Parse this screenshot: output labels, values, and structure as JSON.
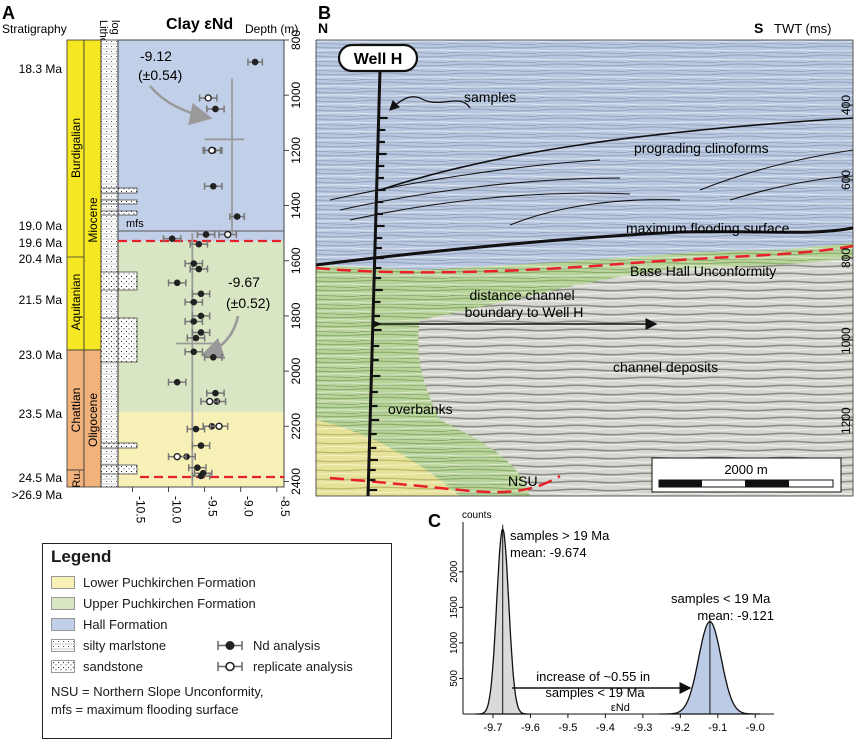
{
  "colors": {
    "hall": "#c2cfe8",
    "upper_puchkirchen": "#d8e6c3",
    "lower_puchkirchen": "#f8f1b7",
    "burdigalian": "#f5e722",
    "chattian": "#f2b27c",
    "red_dash": "#e8202a",
    "kde_lower": "#dadada",
    "kde_upper": "#bccbe6"
  },
  "panel_a": {
    "letter": "A",
    "title": "Clay εNd",
    "stratigraphy_label": "Stratigraphy",
    "litho_label": "Litho-\nlog",
    "depth_label": "Depth (m)",
    "mfs_label": "mfs",
    "stages": [
      "Burdigalian",
      "Aquitanian",
      "Chattian",
      "Ru."
    ],
    "epochs": [
      "Miocene",
      "Oligocene"
    ],
    "ages": [
      "18.3 Ma",
      "19.0 Ma",
      "19.6 Ma",
      "20.4 Ma",
      "21.5 Ma",
      "23.0 Ma",
      "23.5 Ma",
      "24.5 Ma",
      ">26.9 Ma"
    ],
    "mean_upper": "-9.12",
    "sd_upper": "(±0.54)",
    "mean_lower": "-9.67",
    "sd_lower": "(±0.52)"
  },
  "panel_b": {
    "letter": "B",
    "north": "N",
    "south": "S",
    "twt_label": "TWT (ms)",
    "well_label": "Well H",
    "labels": {
      "samples": "samples",
      "prograding": "prograding clinoforms",
      "mfs": "maximum flooding surface",
      "base_hall": "Base Hall Unconformity",
      "distance": "distance channel\nboundary to Well H",
      "channel": "channel deposits",
      "overbanks": "overbanks",
      "nsu": "NSU"
    },
    "twt_ticks": [
      "400",
      "600",
      "800",
      "1000",
      "1200"
    ],
    "scale_label": "2000 m"
  },
  "panel_c": {
    "letter": "C",
    "counts_label": "counts",
    "y_ticks": [
      "2000",
      "1500",
      "1000",
      "500"
    ],
    "x_ticks": [
      "-9.7",
      "-9.6",
      "-9.5",
      "-9.4",
      "-9.3",
      "-9.2",
      "-9.1",
      "-9.0"
    ],
    "xlabel": "εNd",
    "ann_lower": "samples > 19 Ma\nmean: -9.674",
    "ann_upper": "samples < 19 Ma\nmean: -9.121",
    "ann_increase": "increase of ~0.55 in\nsamples < 19 Ma"
  },
  "legend": {
    "title": "Legend",
    "items": [
      "Lower Puchkirchen Formation",
      "Upper Puchkirchen Formation",
      "Hall Formation",
      "silty marlstone",
      "sandstone"
    ],
    "nd_analysis": "Nd analysis",
    "replicate": "replicate analysis",
    "note": "NSU = Northern Slope Unconformity,\nmfs = maximum flooding surface"
  },
  "chart_data": [
    {
      "type": "scatter",
      "title": "Clay εNd",
      "xlabel": "",
      "ylabel": "Depth (m)",
      "xlim": [
        -10.7,
        -8.4
      ],
      "ylim": [
        2420,
        800
      ],
      "x_ticks": [
        -10.5,
        -10.0,
        -9.5,
        -9.0,
        -8.5
      ],
      "y_ticks": [
        800,
        1000,
        1200,
        1400,
        1600,
        1800,
        2000,
        2200,
        2400
      ],
      "series": [
        {
          "points": [
            {
              "depth": 880,
              "end": -8.8,
              "err": 0.1
            },
            {
              "depth": 1050,
              "end": -9.35,
              "err": 0.12
            },
            {
              "depth": 1200,
              "end": -9.38,
              "err": 0.12
            },
            {
              "depth": 1330,
              "end": -9.38,
              "err": 0.12
            },
            {
              "depth": 1440,
              "end": -9.05,
              "err": 0.1
            },
            {
              "depth": 1505,
              "end": -9.48,
              "err": 0.12
            },
            {
              "depth": 1520,
              "end": -9.95,
              "err": 0.12
            },
            {
              "depth": 1540,
              "end": -9.58,
              "err": 0.12
            },
            {
              "depth": 1610,
              "end": -9.65,
              "err": 0.12
            },
            {
              "depth": 1630,
              "end": -9.58,
              "err": 0.12
            },
            {
              "depth": 1680,
              "end": -9.88,
              "err": 0.12
            },
            {
              "depth": 1720,
              "end": -9.55,
              "err": 0.12
            },
            {
              "depth": 1750,
              "end": -9.65,
              "err": 0.12
            },
            {
              "depth": 1800,
              "end": -9.55,
              "err": 0.12
            },
            {
              "depth": 1820,
              "end": -9.65,
              "err": 0.12
            },
            {
              "depth": 1860,
              "end": -9.55,
              "err": 0.12
            },
            {
              "depth": 1880,
              "end": -9.62,
              "err": 0.12
            },
            {
              "depth": 1930,
              "end": -9.65,
              "err": 0.12
            },
            {
              "depth": 1950,
              "end": -9.38,
              "err": 0.12
            },
            {
              "depth": 2040,
              "end": -9.88,
              "err": 0.12
            },
            {
              "depth": 2080,
              "end": -9.35,
              "err": 0.12
            },
            {
              "depth": 2110,
              "end": -9.33,
              "err": 0.12
            },
            {
              "depth": 2200,
              "end": -9.4,
              "err": 0.12
            },
            {
              "depth": 2210,
              "end": -9.62,
              "err": 0.12
            },
            {
              "depth": 2270,
              "end": -9.55,
              "err": 0.12
            },
            {
              "depth": 2310,
              "end": -9.75,
              "err": 0.12
            },
            {
              "depth": 2350,
              "end": -9.6,
              "err": 0.12
            },
            {
              "depth": 2370,
              "end": -9.52,
              "err": 0.12
            },
            {
              "depth": 2380,
              "end": -9.55,
              "err": 0.12
            }
          ]
        },
        {
          "points": [
            {
              "depth": 1010,
              "end": -9.45,
              "err": 0.12
            },
            {
              "depth": 1200,
              "end": -9.4,
              "err": 0.12
            },
            {
              "depth": 1505,
              "end": -9.18,
              "err": 0.12
            },
            {
              "depth": 2110,
              "end": -9.43,
              "err": 0.12
            },
            {
              "depth": 2200,
              "end": -9.3,
              "err": 0.12
            },
            {
              "depth": 2310,
              "end": -9.88,
              "err": 0.12
            }
          ]
        }
      ],
      "mean_lines": [
        {
          "end": -9.12,
          "sd": 0.54,
          "depth_range": [
            940,
            1500
          ]
        },
        {
          "end": -9.67,
          "sd": 0.52,
          "depth_range": [
            1500,
            2420
          ]
        }
      ]
    },
    {
      "type": "area",
      "xlabel": "εNd",
      "ylabel": "counts",
      "xlim": [
        -9.78,
        -8.95
      ],
      "ylim": [
        0,
        2700
      ],
      "x_ticks": [
        -9.7,
        -9.6,
        -9.5,
        -9.4,
        -9.3,
        -9.2,
        -9.1,
        -9.0
      ],
      "y_ticks": [
        500,
        1000,
        1500,
        2000
      ],
      "series": [
        {
          "mean": -9.674,
          "sd": 0.016,
          "peak": 2600
        },
        {
          "mean": -9.121,
          "sd": 0.03,
          "peak": 1300
        }
      ]
    }
  ]
}
